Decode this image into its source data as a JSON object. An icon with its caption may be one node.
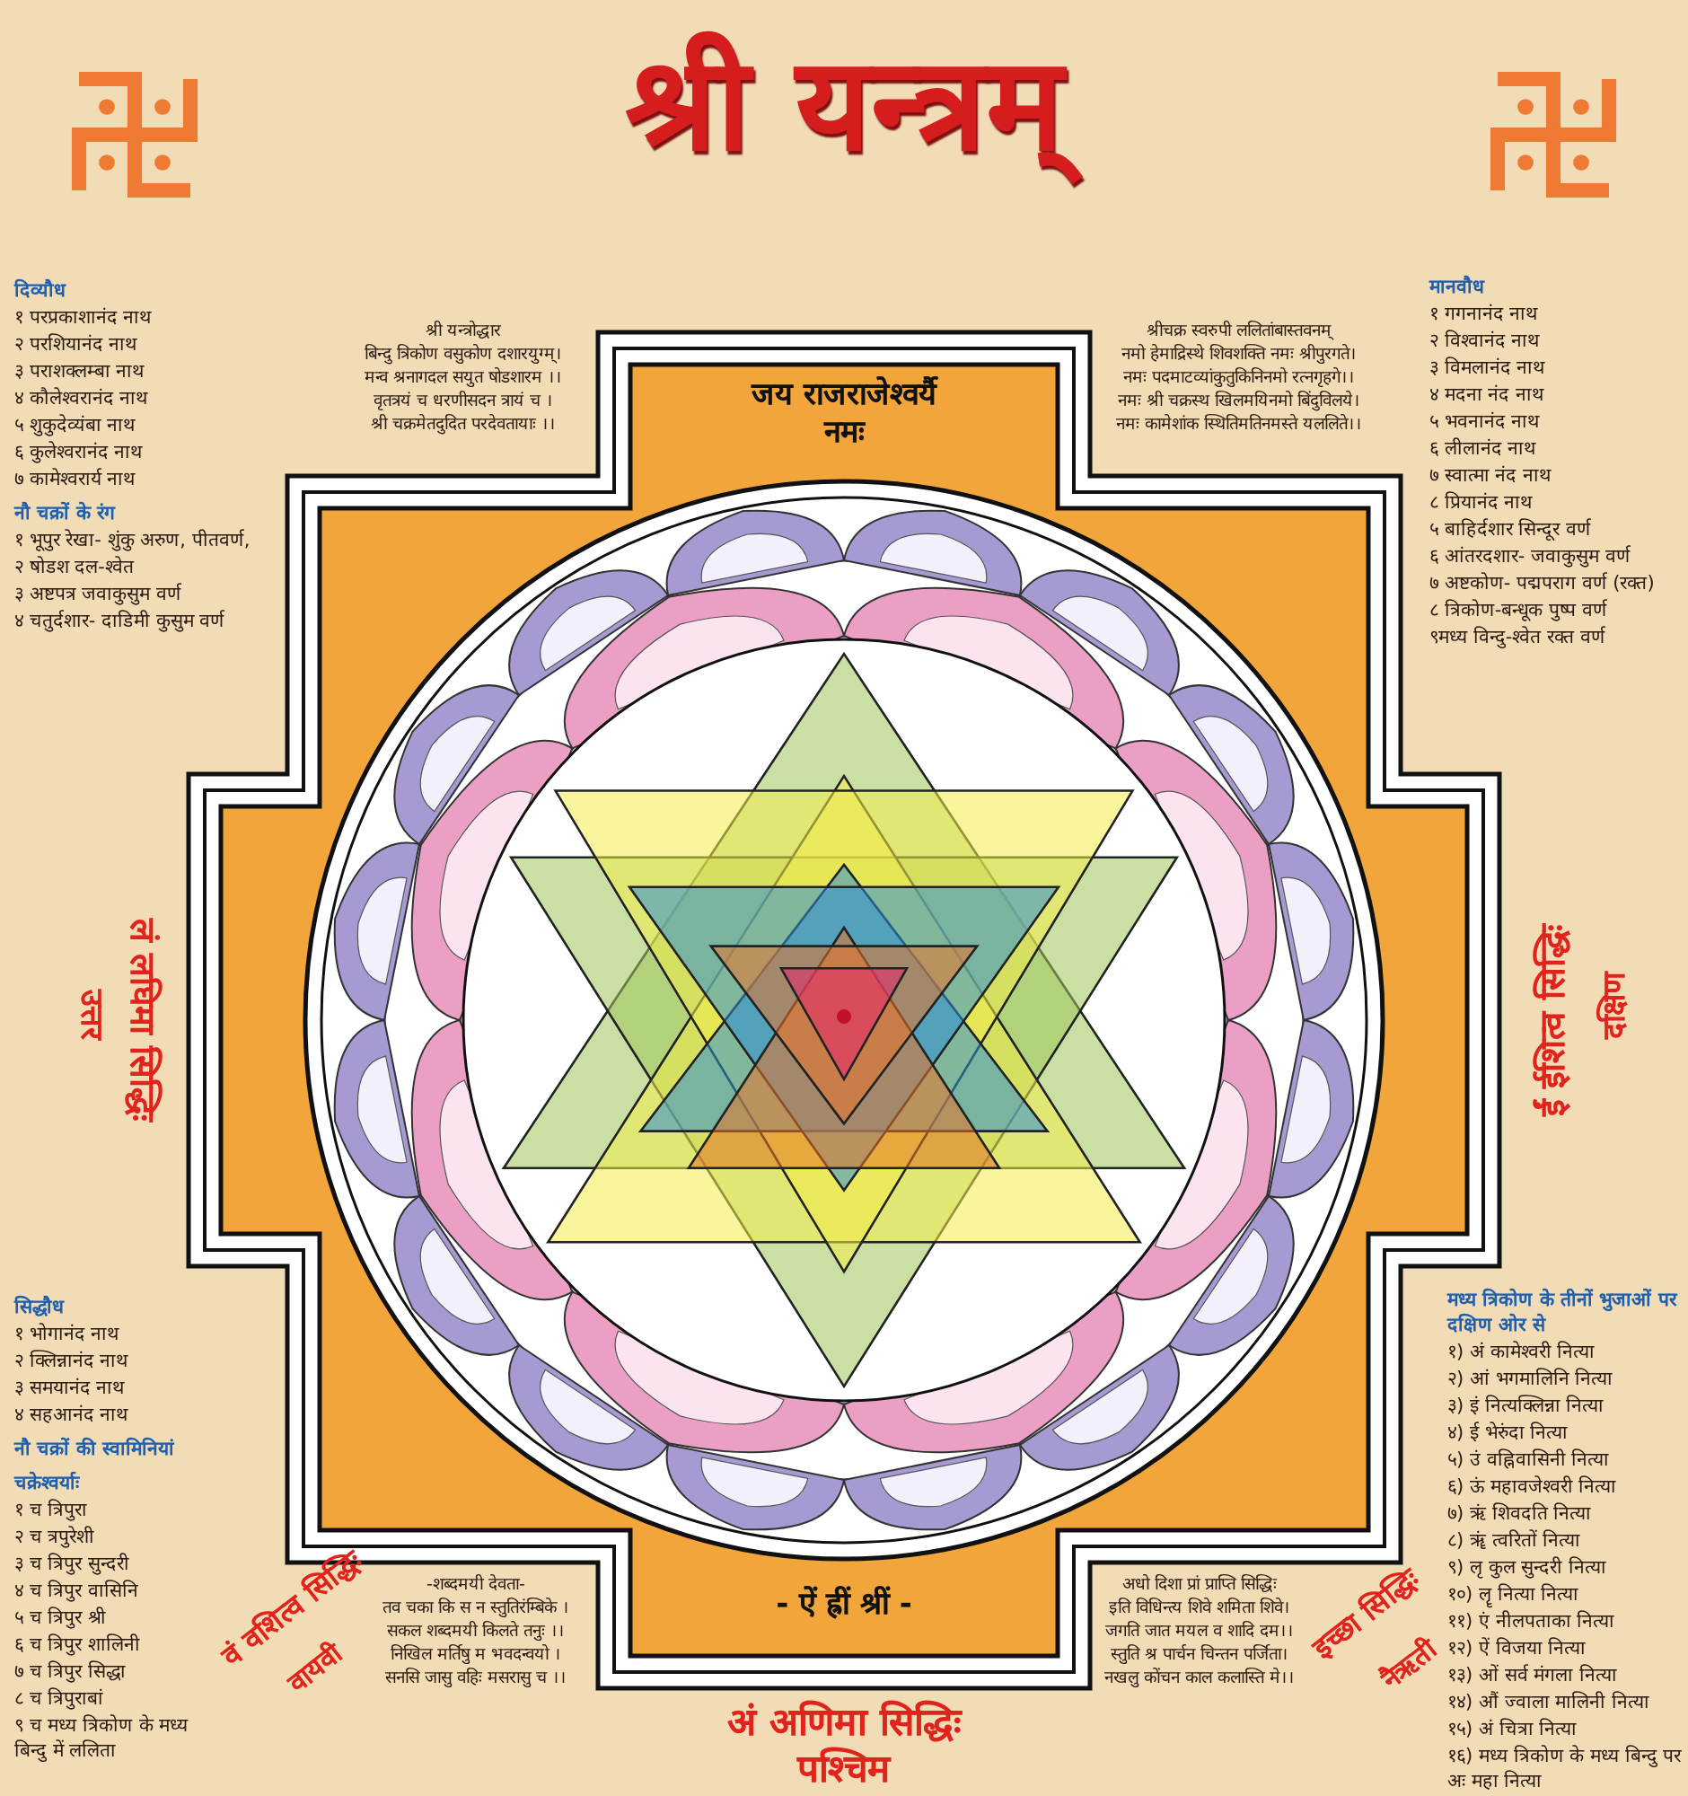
{
  "diagram": {
    "title": "श्री यन्त्रम्",
    "labels": [
      "दिव्यौध",
      "१ परप्रकाशानंद नाथ",
      "२ परशियानंद नाथ",
      "३ पराशक्लम्बा नाथ",
      "४ कौलेश्वरानंद नाथ",
      "५ शुकुदेव्यंबा नाथ",
      "६ कुलेश्वरानंद नाथ",
      "७ कामेश्वरार्य नाथ",
      "नौ चक्रों के रंग",
      "१ भूपुर रेखा- शुंकु अरुण, पीतवर्ण,",
      "२ षोडश दल-श्वेत",
      "३ अष्टपत्र जवाकुसुम वर्ण",
      "४ चतुर्दशार- दाडिमी कुसुम वर्ण",
      "मानवौध",
      "१ गगनानंद नाथ",
      "२ विश्वानंद नाथ",
      "३ विमलानंद नाथ",
      "४ मदना नंद नाथ",
      "५ भवनानंद नाथ",
      "६ लीलानंद नाथ",
      "७ स्वात्मा नंद नाथ",
      "८ प्रियानंद नाथ",
      "५ बाहिर्दशार सिन्दूर वर्ण",
      "६ आंतरदशार- जवाकुसुम वर्ण",
      "७ अष्टकोण- पद्मपराग वर्ण (रक्त)",
      "८ त्रिकोण-बन्धूक पुष्प वर्ण",
      "९मध्य विन्दु-श्वेत रक्त वर्ण",
      "श्री यन्त्रोद्धार",
      "बिन्दु त्रिकोण वसुकोण दशारयुग्म्।",
      "मन्व श्रनागदल सयुत षोडशारम ।।",
      "वृतत्रयं च धरणीसदन त्रायं च ।",
      "श्री चक्रमेतदुदित परदेवतायाः ।।",
      "जय राजराजेश्वर्यै नमः",
      "श्रीचक्र स्वरुपी ललितांबास्तवनम्",
      "नमो हेमाद्रिस्थे शिवशक्ति नमः श्रीपुरगते।",
      "नमः पदमाटव्यांकुतुकिनिनमो रत्नगृहगे।।",
      "नमः श्री चक्रस्थ खिलमयिनमो बिंदुविलये।",
      "नमः कामेशांक स्थितिमतिनमस्ते यललिते।।",
      "लं लघिमा सिद्धिः",
      "उत्तर",
      "ईं ईशित्व सिद्धिः",
      "दक्षिण",
      "सिद्धौध",
      "१ भोगानंद नाथ",
      "२ क्लिन्नानंद नाथ",
      "३ समयानंद नाथ",
      "४ सहआनंद नाथ",
      "नौ चक्रों की स्वामिनियां",
      "चक्रेश्वर्याः",
      "१ च त्रिपुरा",
      "२ च त्रपुरेशी",
      "३ च त्रिपुर सुन्दरी",
      "४ च त्रिपुर वासिनि",
      "५ च त्रिपुर श्री",
      "६ च त्रिपुर शालिनी",
      "७ च त्रिपुर सिद्धा",
      "८ च त्रिपुराबां",
      "९ च मध्य त्रिकोण के मध्य बिन्दु में ललिता",
      "मध्य त्रिकोण के तीनों भुजाओं पर दक्षिण ओर से",
      "१) अं कामेश्वरी नित्या",
      "२) आं भगमालिनि नित्या",
      "३) इं नित्यक्लिन्ना नित्या",
      "४) ई भेरुंदा नित्या",
      "५) उं वह्निवासिनी नित्या",
      "६) ऊं महावजेश्वरी नित्या",
      "७) ऋं शिवदति नित्या",
      "८) ॠं त्वरितों नित्या",
      "९) लृ कुल सुन्दरी नित्या",
      "१०) लॄ नित्या नित्या",
      "११) एं नीलपताका नित्या",
      "१२) ऐं विजया नित्या",
      "१३) ओं सर्व मंगला नित्या",
      "१४) औं ज्वाला मालिनी नित्या",
      "१५) अं चित्रा नित्या",
      "१६) मध्य त्रिकोण के मध्य बिन्दु पर अः महा नित्या",
      "- ऐं ह्रीं श्रीं -",
      "-शब्दमयी देवता-",
      "तव चका कि स न स्तुतिरंम्बिके ।",
      "सकल शब्दमयी किलते तनुः ।।",
      "निखिल मर्तिषु म भवदन्वयो ।",
      "सनसि जासु वहिः मसरासु च ।।",
      "अधो दिशा प्रां प्राप्ति सिद्धिः",
      "इति विधिन्त्य शिवे शमिता शिवे।",
      "जगति जात मयल व शादि दम।।",
      "स्तुति श्र पार्चन चिन्तन पर्जिता।",
      "नखलु कोंचन काल कलास्ति मे।।",
      "वं वशित्व सिद्धिः",
      "वायवी",
      "इच्छा सिद्धिः",
      "नैऋती",
      "अं अणिमा सिद्धिः",
      "पश्चिम"
    ]
  }
}
